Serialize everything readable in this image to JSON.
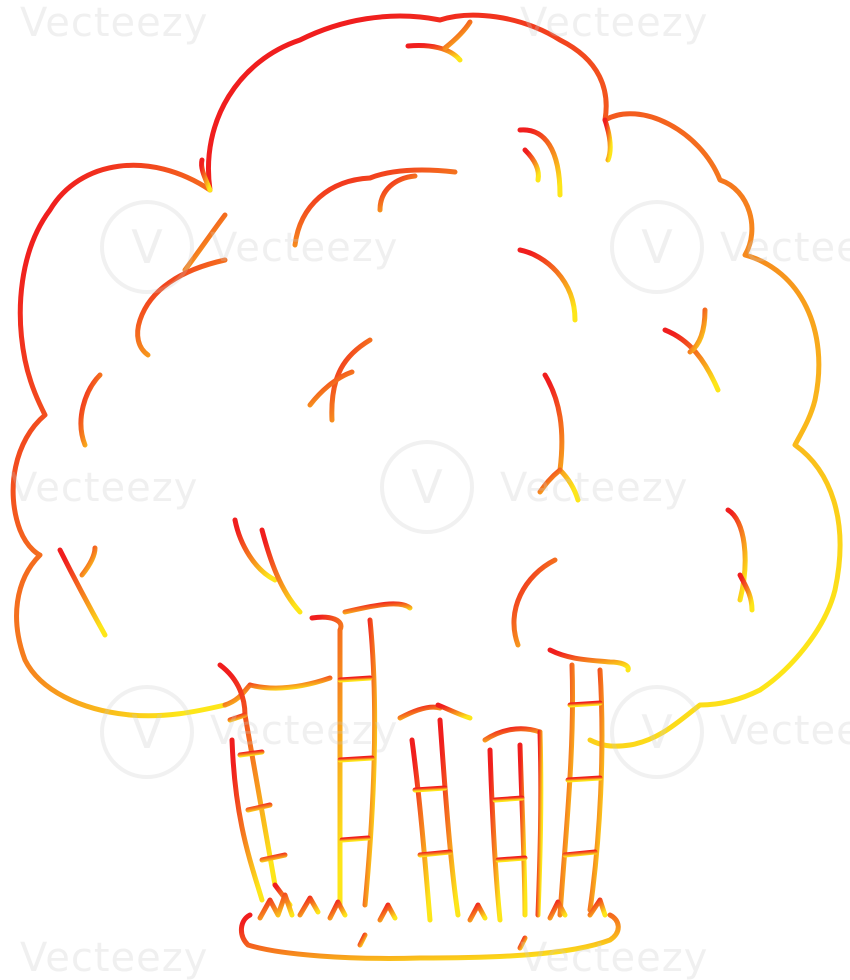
{
  "illustration": {
    "subject": "cartoon-tree-line-drawing",
    "stroke_gradient": {
      "top_color": "#f01e1e",
      "middle_color": "#f57c1e",
      "bottom_color": "#fde619"
    },
    "background": "#ffffff"
  },
  "watermark": {
    "text": "Vecteezy",
    "logo_glyph": "V"
  }
}
